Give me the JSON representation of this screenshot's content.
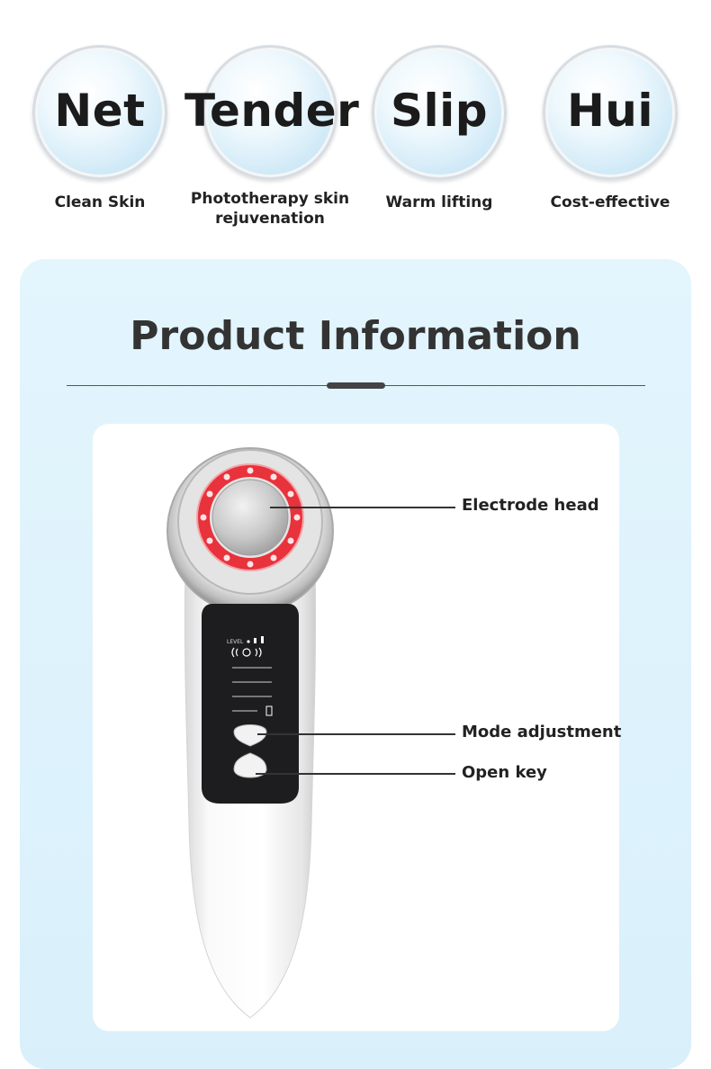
{
  "features": [
    {
      "word": "Net",
      "caption": "Clean Skin"
    },
    {
      "word": "Tender",
      "caption": "Phototherapy skin rejuvenation"
    },
    {
      "word": "Slip",
      "caption": "Warm lifting"
    },
    {
      "word": "Hui",
      "caption": "Cost-effective"
    }
  ],
  "info": {
    "title": "Product Information"
  },
  "callouts": {
    "electrode_head": "Electrode head",
    "mode_adjustment": "Mode adjustment",
    "open_key": "Open key"
  },
  "device_panel": {
    "level_label": "LEVEL"
  },
  "colors": {
    "panel_bg": "#dff3fc",
    "led_red": "#e8323c",
    "device_white": "#f4f4f4",
    "control_panel": "#1d1d1f"
  }
}
